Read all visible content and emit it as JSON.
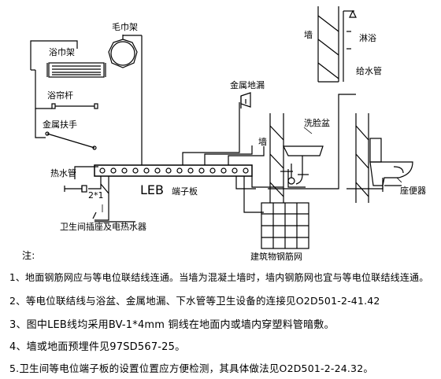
{
  "labels": {
    "towel_rack": "浴巾架",
    "towel_ring": "毛巾架",
    "shower_rod": "浴帘杆",
    "metal_handrail": "金属扶手",
    "hot_water_pipe": "热水管",
    "socket_heater": "卫生间插座及电热水器",
    "metal_floor_drain": "金属地漏",
    "wall_top": "墙",
    "shower": "淋浴",
    "water_supply_pipe": "给水管",
    "wall_mid": "墙",
    "washbasin": "洗脸盆",
    "toilet": "座便器",
    "leb_board_latin": "LEB",
    "leb_board_cjk": "端子板",
    "rebar_mesh": "建筑物钢筋网",
    "wire_spec": "2*1"
  },
  "notes": {
    "heading": "注:",
    "items": [
      "1、地面钢筋网应与等电位联结线连通。当墙为混凝土墙时，墙内钢筋网也宜与等电位联结线连通。",
      "2、等电位联结线与浴盆、金属地漏、下水管等卫生设备的连接见O2D501-2-41.42",
      "3、图中LEB线均采用BV-1*4mm 铜线在地面内或墙内穿塑料管暗敷。",
      "4、墙或地面预埋件见97SD567-25。",
      "5.卫生间等电位端子板的设置位置应方便检测，其具体做法见O2D501-2-24.32。"
    ]
  }
}
